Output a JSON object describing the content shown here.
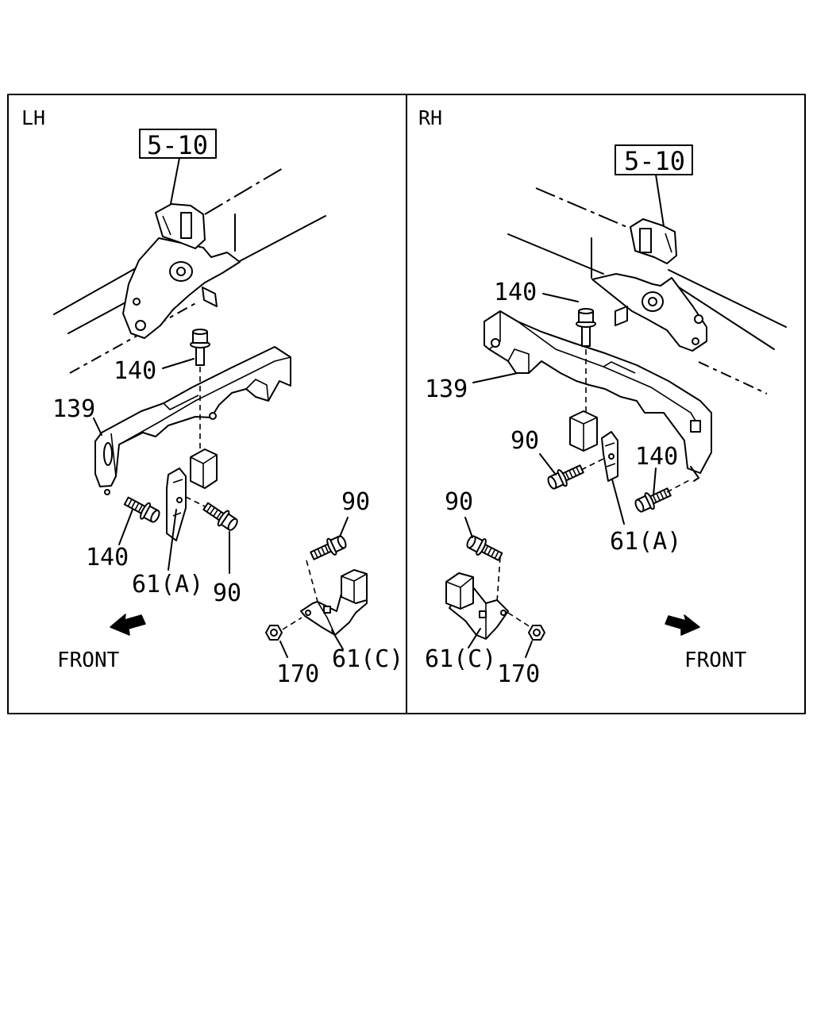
{
  "left_panel": {
    "side_label": "LH",
    "reference": "5-10",
    "callouts": {
      "mount_bolt": "140",
      "crossmember": "139",
      "lower_bolt": "140",
      "bracket_a": "61(A)",
      "bracket_a_bolt": "90",
      "bracket_c_bolt": "90",
      "nut": "170",
      "bracket_c": "61(C)"
    },
    "direction": "FRONT"
  },
  "right_panel": {
    "side_label": "RH",
    "reference": "5-10",
    "callouts": {
      "mount_bolt": "140",
      "crossmember": "139",
      "bracket_a_bolt": "90",
      "lower_bolt": "140",
      "bracket_a": "61(A)",
      "bracket_c_bolt": "90",
      "bracket_c": "61(C)",
      "nut": "170"
    },
    "direction": "FRONT"
  }
}
